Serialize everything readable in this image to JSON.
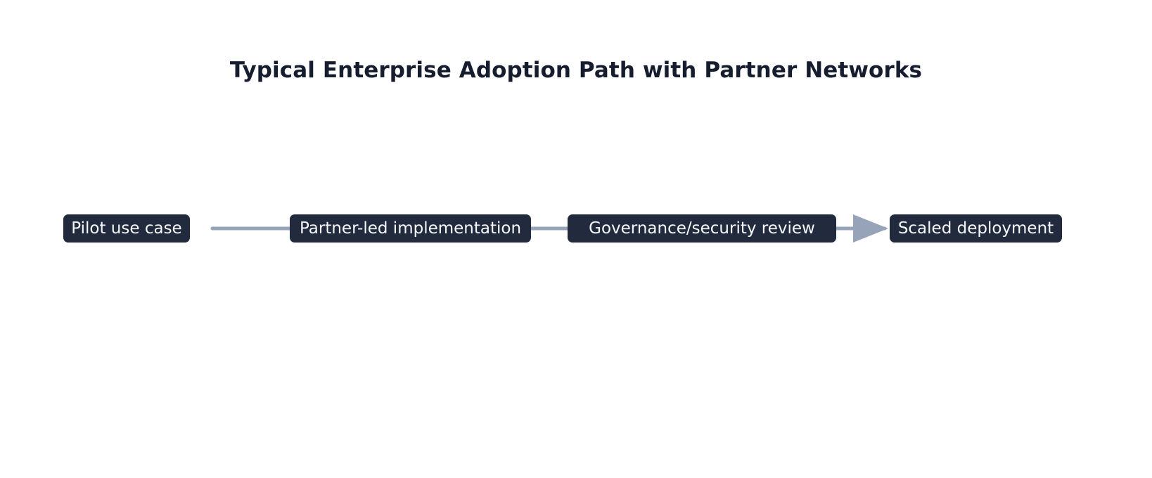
{
  "title": "Typical Enterprise Adoption Path with Partner Networks",
  "colors": {
    "background": "#ffffff",
    "node_fill": "#222b3d",
    "node_text": "#f5f7fa",
    "title_text": "#161d2e",
    "edge": "#97a3b8"
  },
  "chart_data": {
    "type": "diagram",
    "title": "Typical Enterprise Adoption Path with Partner Networks",
    "layout": "horizontal-flow",
    "nodes": [
      {
        "id": "pilot",
        "label": "Pilot use case"
      },
      {
        "id": "partner",
        "label": "Partner-led implementation"
      },
      {
        "id": "governance",
        "label": "Governance/security review"
      },
      {
        "id": "scaled",
        "label": "Scaled deployment"
      }
    ],
    "edges": [
      {
        "from": "pilot",
        "to": "partner",
        "arrowhead": false
      },
      {
        "from": "partner",
        "to": "governance",
        "arrowhead": false
      },
      {
        "from": "governance",
        "to": "scaled",
        "arrowhead": true
      }
    ]
  }
}
